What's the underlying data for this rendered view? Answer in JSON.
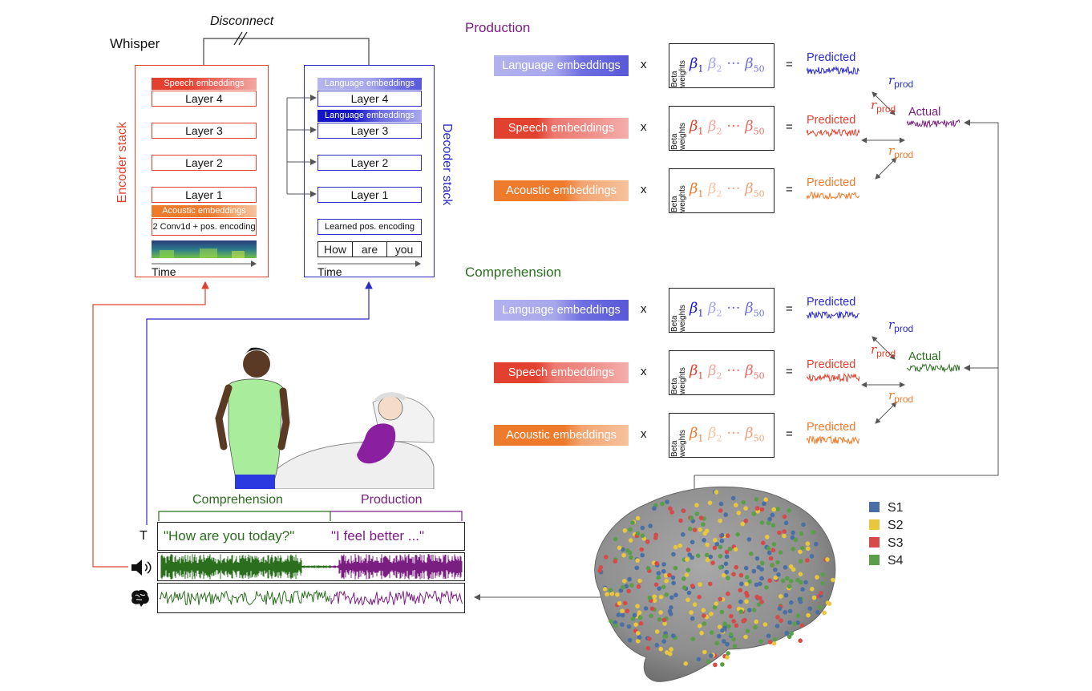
{
  "whisper": {
    "title": "Whisper",
    "disconnect": "Disconnect",
    "encoder": {
      "title": "Encoder stack",
      "layers": [
        "Layer 4",
        "Layer 3",
        "Layer 2",
        "Layer 1"
      ],
      "speech_band": "Speech embeddings",
      "acoustic_band": "Acoustic embeddings",
      "conv": "2 Conv1d + pos. encoding",
      "time": "Time"
    },
    "decoder": {
      "title": "Decoder stack",
      "layers": [
        "Layer 4",
        "Layer 3",
        "Layer 2",
        "Layer 1"
      ],
      "language_band": "Language embeddings",
      "pos": "Learned pos. encoding",
      "tokens": [
        "How",
        "are",
        "you"
      ],
      "time": "Time"
    }
  },
  "model": {
    "sections": [
      {
        "title": "Production",
        "color": "#7b1e82",
        "actual": "Actual",
        "rows": [
          {
            "label": "Language embeddings",
            "predicted": "Predicted"
          },
          {
            "label": "Speech embeddings",
            "predicted": "Predicted"
          },
          {
            "label": "Acoustic embeddings",
            "predicted": "Predicted"
          }
        ]
      },
      {
        "title": "Comprehension",
        "color": "#2a6e1e",
        "actual": "Actual",
        "rows": [
          {
            "label": "Language embeddings",
            "predicted": "Predicted"
          },
          {
            "label": "Speech embeddings",
            "predicted": "Predicted"
          },
          {
            "label": "Acoustic embeddings",
            "predicted": "Predicted"
          }
        ]
      }
    ],
    "times": "x",
    "equals": "=",
    "beta_label": "Beta weights",
    "beta_symbol": "β",
    "beta_subs": [
      "1",
      "2",
      "50"
    ],
    "ellipsis": "···",
    "r_symbol": "r",
    "r_sub": "prod"
  },
  "bottom": {
    "comprehension": "Comprehension",
    "production": "Production",
    "t_label": "T",
    "quote_comprehension": "\"How are you today?\"",
    "quote_production": "\"I feel better ...\""
  },
  "legend": [
    {
      "label": "S1",
      "color": "#4a6fa5"
    },
    {
      "label": "S2",
      "color": "#e8c73c"
    },
    {
      "label": "S3",
      "color": "#d64a4a"
    },
    {
      "label": "S4",
      "color": "#5a9e4a"
    }
  ],
  "colors": {
    "encoder": "#e2412f",
    "decoder": "#2a2ac8",
    "language": "#2a2ac8",
    "speech": "#e2412f",
    "acoustic": "#ee7a2c",
    "production": "#7b1e82",
    "comprehension": "#2a6e1e"
  }
}
